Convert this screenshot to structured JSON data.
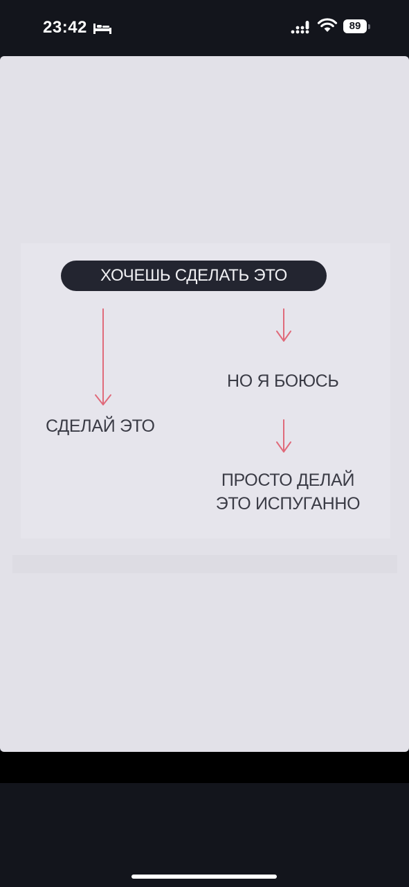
{
  "status_bar": {
    "time": "23:42",
    "battery_level": "89",
    "icons": [
      "bed-icon",
      "signal-icon",
      "wifi-icon",
      "battery-icon"
    ]
  },
  "meme": {
    "pill_text": "ХОЧЕШЬ СДЕЛАТЬ ЭТО",
    "left_label": "СДЕЛАЙ ЭТО",
    "right_label_1": "НО Я БОЮСЬ",
    "right_label_2": "ПРОСТО ДЕЛАЙ ЭТО ИСПУГАННО"
  },
  "colors": {
    "pill_background": "#232530",
    "arrow": "#e06a7a",
    "card_background": "#e2e1e8",
    "screen_background": "#13151c"
  }
}
